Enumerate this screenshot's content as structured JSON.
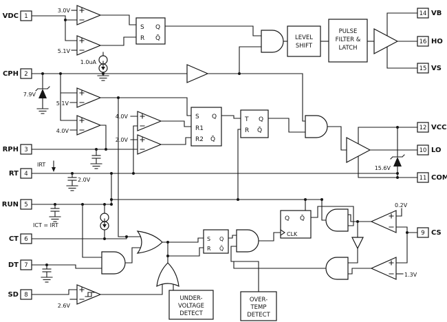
{
  "diagram": {
    "pins_left": [
      {
        "num": "1",
        "label": "VDC"
      },
      {
        "num": "2",
        "label": "CPH"
      },
      {
        "num": "3",
        "label": "RPH"
      },
      {
        "num": "4",
        "label": "RT"
      },
      {
        "num": "5",
        "label": "RUN"
      },
      {
        "num": "6",
        "label": "CT"
      },
      {
        "num": "7",
        "label": "DT"
      },
      {
        "num": "8",
        "label": "SD"
      }
    ],
    "pins_right": [
      {
        "num": "14",
        "label": "VB"
      },
      {
        "num": "16",
        "label": "HO"
      },
      {
        "num": "15",
        "label": "VS"
      },
      {
        "num": "12",
        "label": "VCC"
      },
      {
        "num": "10",
        "label": "LO"
      },
      {
        "num": "11",
        "label": "COM"
      },
      {
        "num": "9",
        "label": "CS"
      }
    ],
    "blocks": {
      "level_shift": {
        "line1": "LEVEL",
        "line2": "SHIFT"
      },
      "pulse_filter": {
        "line1": "PULSE",
        "line2": "FILTER &",
        "line3": "LATCH"
      },
      "uv_detect": {
        "line1": "UNDER-",
        "line2": "VOLTAGE",
        "line3": "DETECT"
      },
      "ot_detect": {
        "line1": "OVER-",
        "line2": "TEMP",
        "line3": "DETECT"
      }
    },
    "latches": {
      "sr1": {
        "s": "S",
        "q": "Q",
        "r": "R",
        "qb": "Q̄"
      },
      "sr2": {
        "s": "S",
        "q": "Q",
        "r1": "R1",
        "r2": "R2",
        "qb": "Q̄"
      },
      "tff": {
        "t": "T",
        "q": "Q",
        "r": "R",
        "qb": "Q̄"
      },
      "clkff": {
        "q": "Q",
        "qb": "Q̄",
        "clk": "CLK"
      },
      "fault": {
        "s": "S",
        "q": "Q",
        "r": "R",
        "qb": "Q̄"
      }
    },
    "labels": {
      "v_3v0": "3.0V",
      "v_5v1_a": "5.1V",
      "i_1ua": "1.0uA",
      "v_7v9": "7.9V",
      "v_5v1_b": "5.1V",
      "v_4v0_a": "4.0V",
      "v_4v0_b": "4.0V",
      "v_2v0_a": "2.0V",
      "v_2v0_b": "2.0V",
      "i_rt": "IRT",
      "i_ct": "ICT = IRT",
      "v_2v6": "2.6V",
      "v_15v6": "15.6V",
      "v_0v2": "0.2V",
      "v_1v3": "1.3V"
    }
  }
}
